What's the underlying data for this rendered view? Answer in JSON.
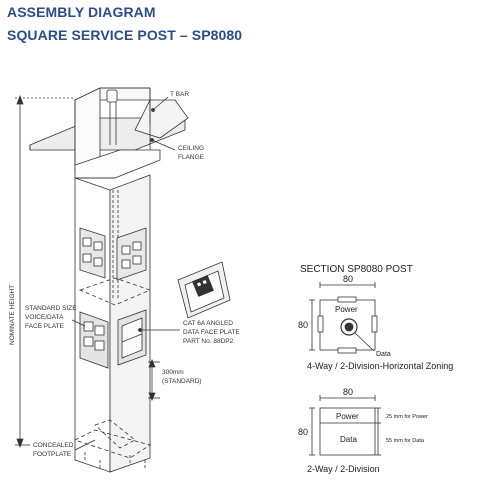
{
  "header": {
    "title": "ASSEMBLY DIAGRAM",
    "subtitle": "SQUARE SERVICE POST – SP8080"
  },
  "callouts": {
    "t_bar": "T BAR",
    "ceiling_flange_1": "CEILING",
    "ceiling_flange_2": "FLANGE",
    "nominate_height": "NOMINATE HEIGHT",
    "standard_size_1": "STANDARD SIZE",
    "standard_size_2": "VOICE/DATA",
    "standard_size_3": "FACE PLATE",
    "cat6a_1": "CAT 6A ANGLED",
    "cat6a_2": "DATA FACE PLATE",
    "cat6a_3": "PART No. 88DP2",
    "dim_300_1": "300mm",
    "dim_300_2": "(STANDARD)",
    "concealed_1": "CONCEALED",
    "concealed_2": "FOOTPLATE"
  },
  "section": {
    "title": "SECTION SP8080 POST",
    "top": {
      "width_label": "80",
      "height_label": "80",
      "power_label": "Power",
      "data_label": "Data",
      "caption": "4-Way / 2-Division-Horizontal Zoning"
    },
    "bottom": {
      "width_label": "80",
      "height_label": "80",
      "power_label": "Power",
      "data_label": "Data",
      "power_dim": "25 mm for Power",
      "data_dim": "55 mm for Data",
      "caption": "2-Way / 2-Division"
    }
  },
  "colors": {
    "heading": "#2b4c8c",
    "line": "#333333"
  }
}
